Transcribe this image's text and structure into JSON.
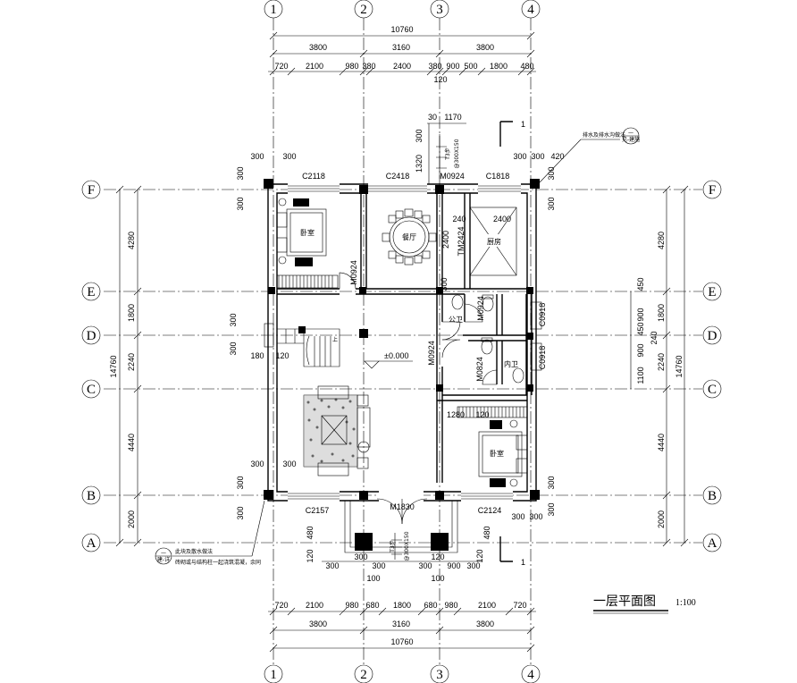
{
  "axes": {
    "columns": [
      "1",
      "2",
      "3",
      "4"
    ],
    "rows": [
      "F",
      "E",
      "D",
      "C",
      "B",
      "A"
    ]
  },
  "dims": {
    "total": "10760",
    "bays": [
      "3800",
      "3160",
      "3800"
    ],
    "top_detail": [
      "720",
      "2100",
      "980",
      "380",
      "2400",
      "380",
      "900",
      "500",
      "1800",
      "480"
    ],
    "top_120": "120",
    "bottom_detail": [
      "720",
      "2100",
      "980",
      "680",
      "1800",
      "680",
      "980",
      "2100",
      "720"
    ],
    "left_rows": [
      "4280",
      "1800",
      "2240",
      "4440",
      "2000"
    ],
    "left_total": "14760",
    "right_rows": [
      "4280",
      "1800",
      "2240",
      "4440",
      "2000"
    ],
    "right_total": "14760",
    "right_inner": [
      "450",
      "900",
      "450",
      "240",
      "1100",
      "900"
    ],
    "misc": {
      "d30": "30",
      "d1170": "1170",
      "d300a": "300",
      "d1320": "1320",
      "c300_1": "300",
      "c300_2": "300",
      "c300_3": "300",
      "c300_4": "300",
      "c420": "420",
      "d240": "240",
      "d2400a": "2400",
      "d2400b": "2400",
      "d180": "180",
      "d120a": "120",
      "d1280": "1280",
      "d120b": "120",
      "d480": "480",
      "d120c": "120",
      "d300b": "300",
      "d300c": "300",
      "d300d": "300",
      "d300e": "300",
      "d300f": "300",
      "d120d": "120",
      "d100a": "100",
      "d100b": "100",
      "d900": "900",
      "d300g": "300",
      "d300h": "300",
      "d300i": "300",
      "d300j": "300",
      "d300k": "300",
      "d300l": "300",
      "d480b": "480",
      "d120e": "120",
      "d300m": "300",
      "d300n": "300",
      "d300o": "300",
      "d300p": "300"
    }
  },
  "openings": {
    "c2118": "C2118",
    "c2418": "C2418",
    "m0924_top": "M0924",
    "c1818": "C1818",
    "m0924_bed": "M0924",
    "tm2424": "TM2424",
    "m0924_bath": "M0924",
    "m0924_hall": "M0924",
    "m0824": "M0824",
    "c0918_a": "C0918",
    "c0918_b": "C0918",
    "c2157": "C2157",
    "m1830": "M1830",
    "c2124": "C2124"
  },
  "rooms": {
    "bedroom1": "卧室",
    "dining": "餐厅",
    "kitchen": "厨房",
    "wc_public": "公卫",
    "wc_inner": "内卫",
    "bedroom2": "卧室"
  },
  "levels": {
    "floor": "±0.000"
  },
  "notes": {
    "drain_top": "排水及排水沟做法",
    "drain_top_ref": "—",
    "drain_top_sub": "见-建施",
    "apron_note1": "此块及散水做法",
    "apron_note2": "砖砌或与结构柱一起浇筑混凝，余同",
    "apron_ref": "—",
    "apron_sub": "建-详",
    "step_top": "T3步",
    "step_top2": "@300X150",
    "step_bot": "T3步",
    "step_bot2": "@300X150",
    "up": "上"
  },
  "section_mark": {
    "top": "1",
    "bottom": "1"
  },
  "drawing": {
    "title": "一层平面图",
    "scale": "1:100"
  }
}
